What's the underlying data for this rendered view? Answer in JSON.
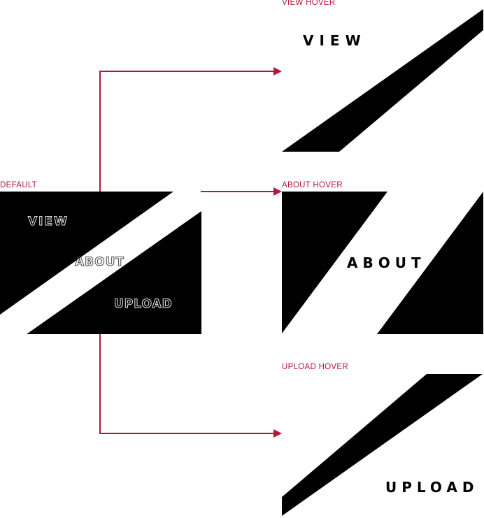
{
  "colors": {
    "accent": "#b5163a",
    "shape": "#000000",
    "background": "#ffffff",
    "outline_text": "#e6e6e6"
  },
  "states": {
    "default": {
      "label": "DEFAULT",
      "words": {
        "view": "VIEW",
        "about": "ABOUT",
        "upload": "UPLOAD"
      }
    },
    "view_hover": {
      "label": "VIEW HOVER",
      "word": "VIEW"
    },
    "about_hover": {
      "label": "ABOUT HOVER",
      "word": "ABOUT"
    },
    "upload_hover": {
      "label": "UPLOAD HOVER",
      "word": "UPLOAD"
    }
  },
  "connectors": [
    {
      "from": "default",
      "to": "view_hover",
      "icon": "arrow-right-icon"
    },
    {
      "from": "default",
      "to": "about_hover",
      "icon": "arrow-right-icon"
    },
    {
      "from": "default",
      "to": "upload_hover",
      "icon": "arrow-right-icon"
    }
  ]
}
